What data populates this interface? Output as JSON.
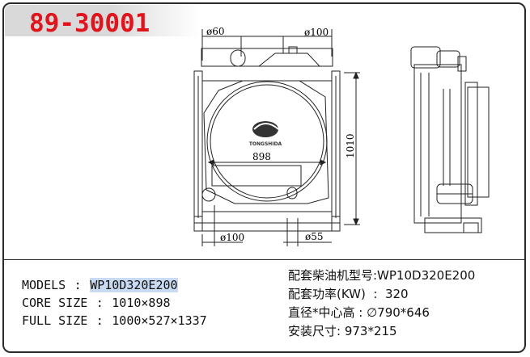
{
  "header": {
    "part_number": "89-30001"
  },
  "drawing": {
    "dim_top_left": "ø60",
    "dim_top_right": "ø100",
    "dim_height": "1010",
    "dim_width": "898",
    "dim_bottom_left": "ø100",
    "dim_bottom_right": "ø55",
    "logo_icon": "company-logo-icon",
    "logo_text": "TONGSHIDA"
  },
  "specs_left": {
    "models_label": "MODELS",
    "models_value": "WP10D320E200",
    "core_label": "CORE SIZE",
    "core_value": "1010×898",
    "full_label": "FULL SIZE",
    "full_value": "1000×527×1337",
    "separator": ":"
  },
  "specs_right": {
    "engine": "配套柴油机型号:WP10D320E200",
    "power": "配套功率(KW)  :  320",
    "diameter": "直径*中心高 : ∅790*646",
    "install": "安装尺寸: 973*215"
  },
  "colors": {
    "part_number": "#e0141c",
    "highlight": "#c9daf3",
    "banner": "#d9d9d9"
  }
}
